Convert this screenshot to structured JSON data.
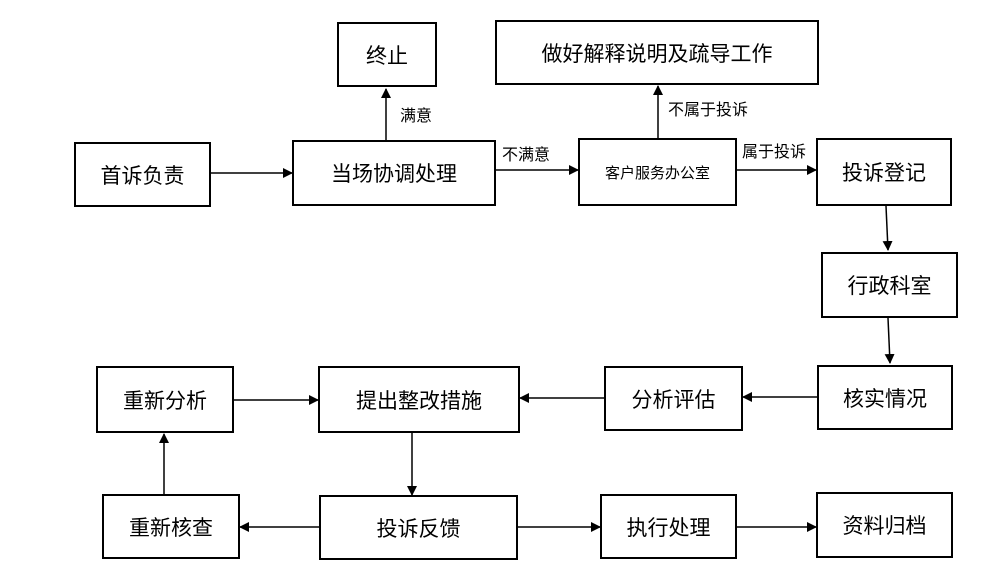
{
  "nodes": {
    "first_complaint": "首诉负责",
    "onsite_handling": "当场协调处理",
    "terminate": "终止",
    "customer_service": "客户服务办公室",
    "explain_guide": "做好解释说明及疏导工作",
    "complaint_register": "投诉登记",
    "admin_dept": "行政科室",
    "verify_situation": "核实情况",
    "analyze_evaluate": "分析评估",
    "propose_measures": "提出整改措施",
    "reanalyze": "重新分析",
    "recheck": "重新核查",
    "feedback": "投诉反馈",
    "execute": "执行处理",
    "archive": "资料归档"
  },
  "edge_labels": {
    "satisfied": "满意",
    "not_satisfied": "不满意",
    "not_complaint": "不属于投诉",
    "is_complaint": "属于投诉"
  }
}
